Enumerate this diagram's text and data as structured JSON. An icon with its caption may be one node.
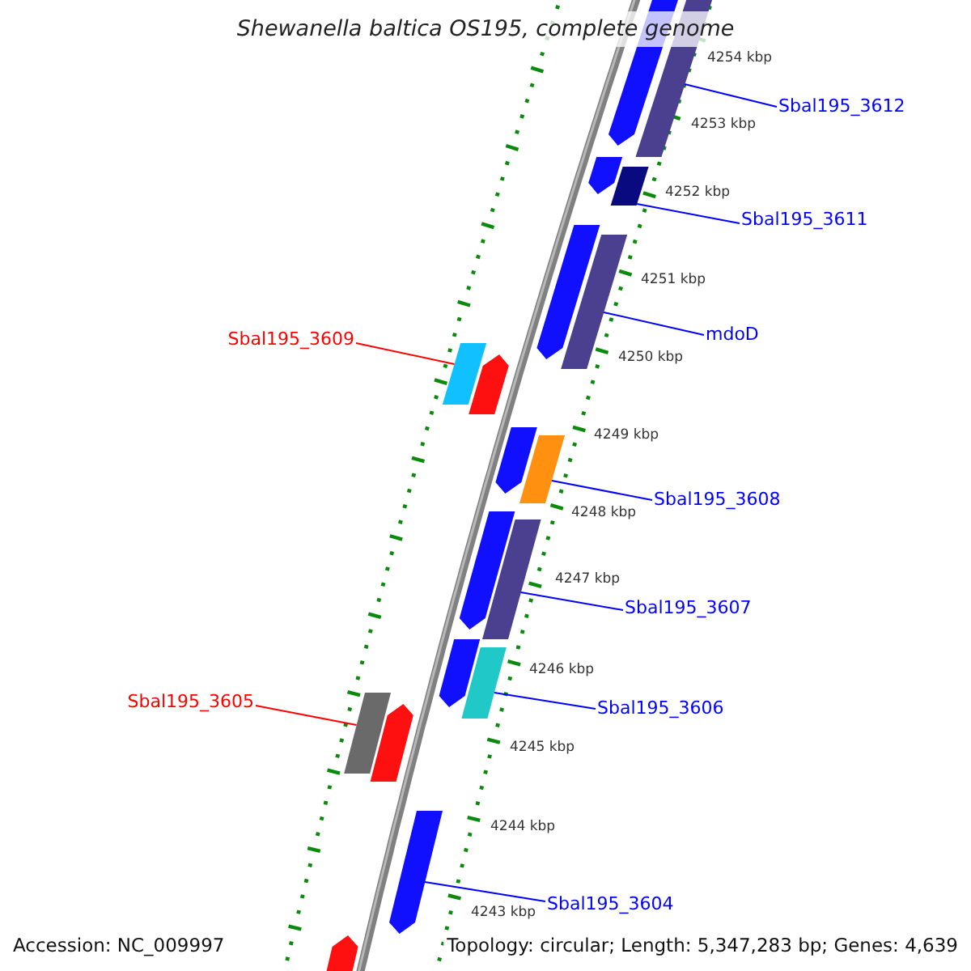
{
  "diagram": {
    "title": "Shewanella baltica OS195, complete genome",
    "nodes": [
      {
        "text": [
          "Sbal195_3612"
        ]
      },
      {
        "text": [
          "Sbal195_3611"
        ]
      },
      {
        "text": [
          "mdoD"
        ]
      },
      {
        "text": [
          "Sbal195_3609"
        ]
      },
      {
        "text": [
          "Sbal195_3608"
        ]
      },
      {
        "text": [
          "Sbal195_3607"
        ]
      },
      {
        "text": [
          "Sbal195_3606"
        ]
      },
      {
        "text": [
          "Sbal195_3605"
        ]
      },
      {
        "text": [
          "Sbal195_3604"
        ]
      },
      {
        "text": [],
        "shape": "bar"
      },
      {
        "text": [],
        "shape": "bar"
      },
      {
        "text": [],
        "shape": "bar"
      },
      {
        "text": [],
        "shape": "bar"
      },
      {
        "text": [],
        "shape": "bar"
      },
      {
        "text": [],
        "shape": "bar"
      },
      {
        "text": [],
        "shape": "bar"
      },
      {
        "text": [],
        "shape": "bar"
      },
      {
        "text": [],
        "shape": "bar"
      },
      {
        "text": [],
        "shape": "bar"
      },
      {
        "text": [],
        "shape": "bar"
      },
      {
        "text": [],
        "shape": "bar"
      },
      {
        "text": [],
        "shape": "bar"
      },
      {
        "text": [],
        "shape": "bar"
      },
      {
        "text": [],
        "shape": "bar"
      },
      {
        "text": [],
        "shape": "bar"
      },
      {
        "text": [],
        "shape": "bar"
      },
      {
        "text": [],
        "shape": "bar"
      }
    ],
    "edges": [
      {
        "from": 0,
        "to": 10,
        "arrow": "none"
      },
      {
        "from": 1,
        "to": 12,
        "arrow": "none"
      },
      {
        "from": 2,
        "to": 14,
        "arrow": "none"
      },
      {
        "from": 3,
        "to": 15,
        "arrow": "none",
        "color": "#ff0000"
      },
      {
        "from": 4,
        "to": 18,
        "arrow": "none"
      },
      {
        "from": 5,
        "to": 20,
        "arrow": "none"
      },
      {
        "from": 6,
        "to": 22,
        "arrow": "none"
      },
      {
        "from": 7,
        "to": 23,
        "arrow": "none",
        "color": "#ff0000"
      },
      {
        "from": 8,
        "to": 25,
        "arrow": "none"
      }
    ],
    "labels": [
      "4254 kbp",
      "4253 kbp",
      "4252 kbp",
      "4251 kbp",
      "4250 kbp",
      "4249 kbp",
      "4248 kbp",
      "4247 kbp",
      "4246 kbp",
      "4245 kbp",
      "4244 kbp",
      "4243 kbp",
      "Accession: NC_009997",
      "Topology: circular; Length: 5,347,283 bp; Genes: 4,639"
    ]
  }
}
